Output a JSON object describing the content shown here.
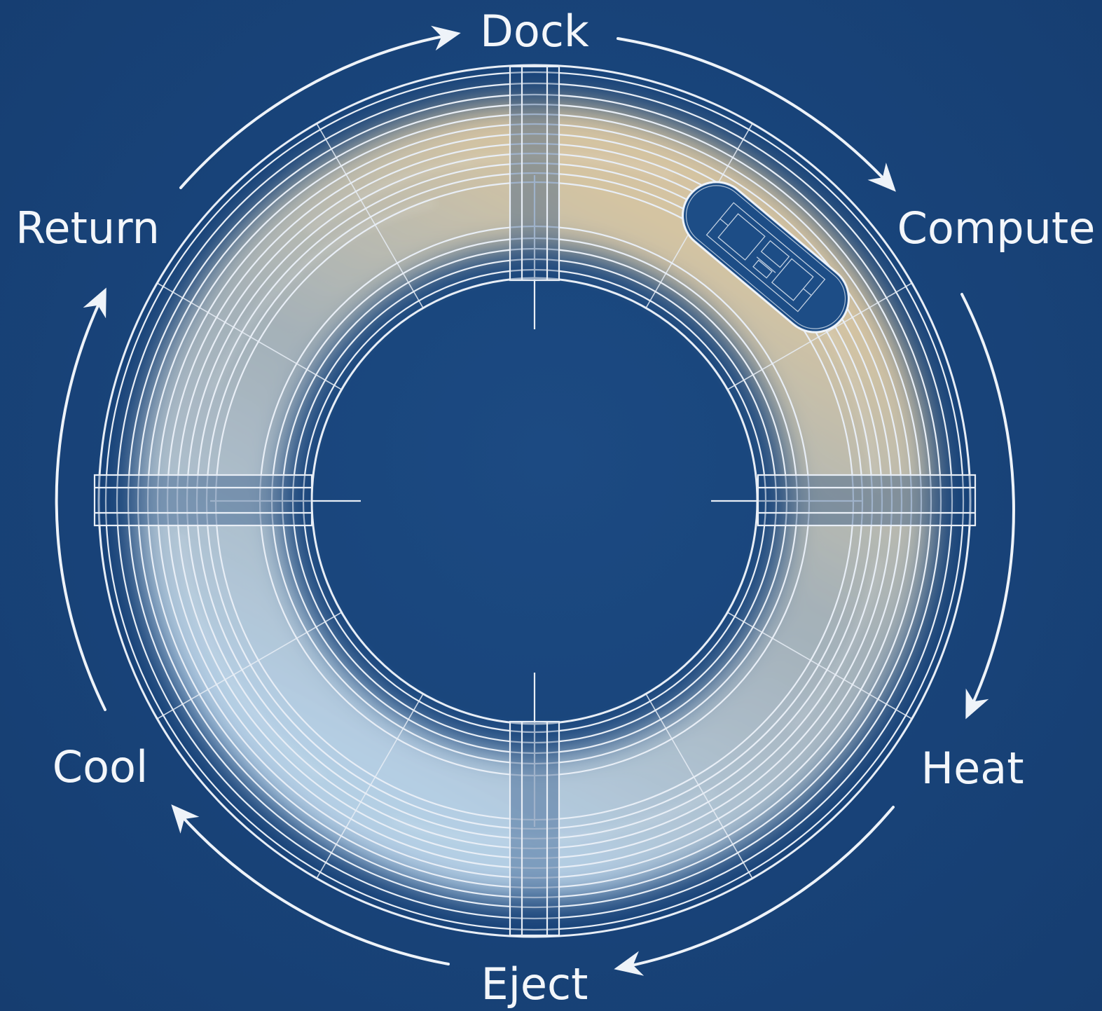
{
  "stages": [
    {
      "id": "dock",
      "label": "Dock"
    },
    {
      "id": "compute",
      "label": "Compute"
    },
    {
      "id": "heat",
      "label": "Heat"
    },
    {
      "id": "eject",
      "label": "Eject"
    },
    {
      "id": "cool",
      "label": "Cool"
    },
    {
      "id": "return",
      "label": "Return"
    }
  ],
  "flow_direction": "clockwise",
  "colors": {
    "background": "#18447a",
    "line": "#e8eef6",
    "warm_zone": "#f4d9a8",
    "cool_zone": "#cfe6f7"
  },
  "icons": {
    "vehicle": "capsule-pod-icon"
  }
}
